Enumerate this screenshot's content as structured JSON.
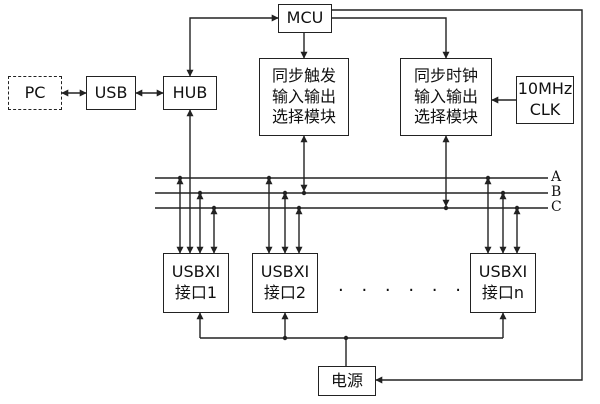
{
  "blocks": {
    "pc": "PC",
    "usb": "USB",
    "hub": "HUB",
    "mcu": "MCU",
    "sync_trigger": "同步触发\n输入输出\n选择模块",
    "sync_clock": "同步时钟\n输入输出\n选择模块",
    "clk": "10MHz\nCLK",
    "usbxi1": "USBXI\n接口1",
    "usbxi2": "USBXI\n接口2",
    "usbxin": "USBXI\n接口n",
    "power": "电源"
  },
  "bus_labels": [
    "A",
    "B",
    "C"
  ],
  "ellipsis": "· · · · · ·"
}
